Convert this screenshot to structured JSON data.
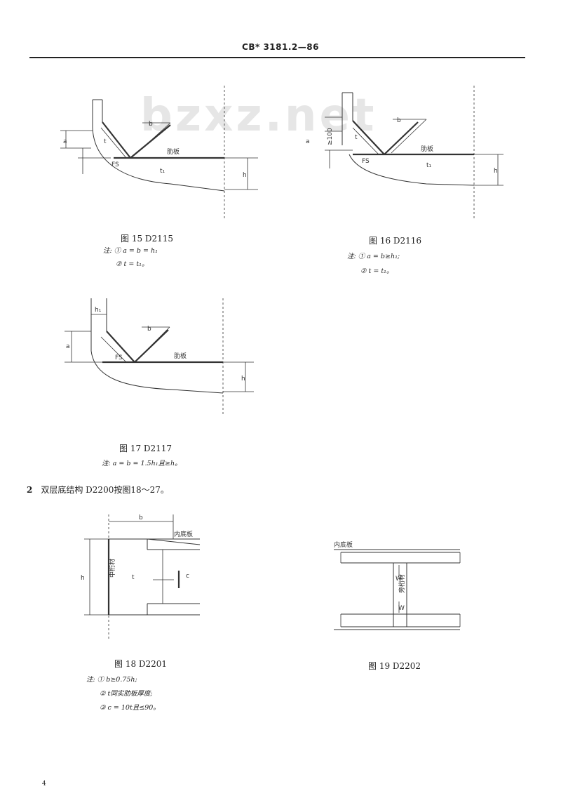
{
  "header": {
    "code": "CB* 3181.2—86"
  },
  "watermark": "bzxz.net",
  "figures": {
    "fig15": {
      "caption": "图 15  D2115",
      "note_lines": [
        "注: ① a = b = h₁",
        "② t = t₁。"
      ],
      "labels": {
        "a": "a",
        "b": "b",
        "h": "h",
        "fs": "FS",
        "rib": "肋板",
        "t": "t",
        "t1": "t₁"
      }
    },
    "fig16": {
      "caption": "图 16  D2116",
      "note_lines": [
        "注: ① a = b≥h₁;",
        "② t = t₁。"
      ],
      "labels": {
        "a": "a",
        "b": "b",
        "h": "h",
        "fs": "FS",
        "rib": "肋板",
        "dim100": "≥100",
        "t1": "t₁",
        "t": "t"
      }
    },
    "fig17": {
      "caption": "图 17  D2117",
      "note_lines": [
        "注: a = b = 1.5h₁且≥h。"
      ],
      "labels": {
        "a": "a",
        "b": "b",
        "h": "h",
        "h1": "h₁",
        "fs": "FS",
        "rib": "肋板"
      }
    },
    "fig18": {
      "caption": "图 18  D2201",
      "note_lines": [
        "注: ① b≥0.75h;",
        "② t同实肋板厚度;",
        "③ c = 10t且≤90。"
      ],
      "labels": {
        "b": "b",
        "h": "h",
        "t": "t",
        "c": "c",
        "inner": "内底板",
        "girder": "中桁材"
      }
    },
    "fig19": {
      "caption": "图 19  D2202",
      "labels": {
        "inner": "内底板",
        "side": "旁桁材",
        "w1": "W",
        "w2": "W"
      }
    }
  },
  "section": {
    "number": "2",
    "text": "双层底结构  D2200按图18～27。"
  },
  "page_number": "4"
}
